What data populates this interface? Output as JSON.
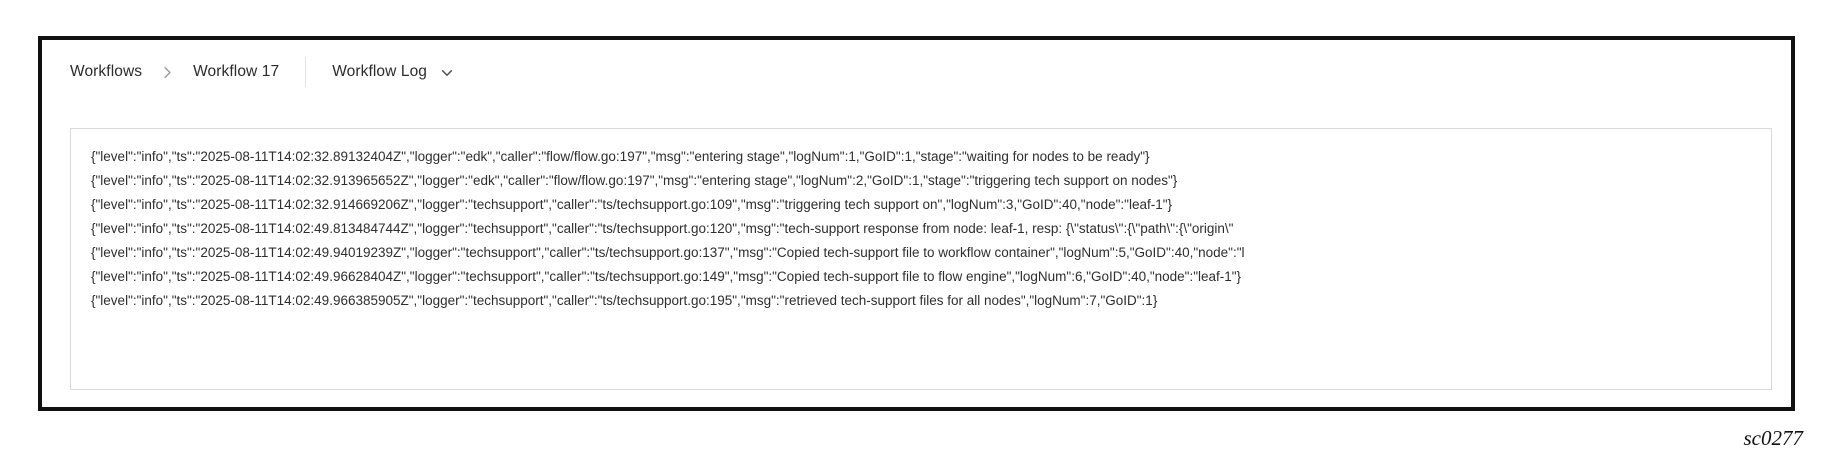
{
  "breadcrumb": {
    "workflows": "Workflows",
    "workflow": "Workflow 17",
    "view": "Workflow Log"
  },
  "log": {
    "lines": [
      "{\"level\":\"info\",\"ts\":\"2025-08-11T14:02:32.89132404Z\",\"logger\":\"edk\",\"caller\":\"flow/flow.go:197\",\"msg\":\"entering stage\",\"logNum\":1,\"GoID\":1,\"stage\":\"waiting for nodes to be ready\"}",
      "{\"level\":\"info\",\"ts\":\"2025-08-11T14:02:32.913965652Z\",\"logger\":\"edk\",\"caller\":\"flow/flow.go:197\",\"msg\":\"entering stage\",\"logNum\":2,\"GoID\":1,\"stage\":\"triggering tech support on nodes\"}",
      "{\"level\":\"info\",\"ts\":\"2025-08-11T14:02:32.914669206Z\",\"logger\":\"techsupport\",\"caller\":\"ts/techsupport.go:109\",\"msg\":\"triggering tech support on\",\"logNum\":3,\"GoID\":40,\"node\":\"leaf-1\"}",
      "{\"level\":\"info\",\"ts\":\"2025-08-11T14:02:49.813484744Z\",\"logger\":\"techsupport\",\"caller\":\"ts/techsupport.go:120\",\"msg\":\"tech-support response from node: leaf-1, resp: {\\\"status\\\":{\\\"path\\\":{\\\"origin\\\"",
      "{\"level\":\"info\",\"ts\":\"2025-08-11T14:02:49.94019239Z\",\"logger\":\"techsupport\",\"caller\":\"ts/techsupport.go:137\",\"msg\":\"Copied tech-support file to workflow container\",\"logNum\":5,\"GoID\":40,\"node\":\"l",
      "{\"level\":\"info\",\"ts\":\"2025-08-11T14:02:49.96628404Z\",\"logger\":\"techsupport\",\"caller\":\"ts/techsupport.go:149\",\"msg\":\"Copied tech-support file to flow engine\",\"logNum\":6,\"GoID\":40,\"node\":\"leaf-1\"}",
      "{\"level\":\"info\",\"ts\":\"2025-08-11T14:02:49.966385905Z\",\"logger\":\"techsupport\",\"caller\":\"ts/techsupport.go:195\",\"msg\":\"retrieved tech-support files for all nodes\",\"logNum\":7,\"GoID\":1}"
    ]
  },
  "figure_label": "sc0277",
  "colors": {
    "frame_border": "#111111",
    "panel_border": "#d9d9d9",
    "log_text": "#2e2e2e",
    "breadcrumb_text": "#2b2b2b"
  }
}
